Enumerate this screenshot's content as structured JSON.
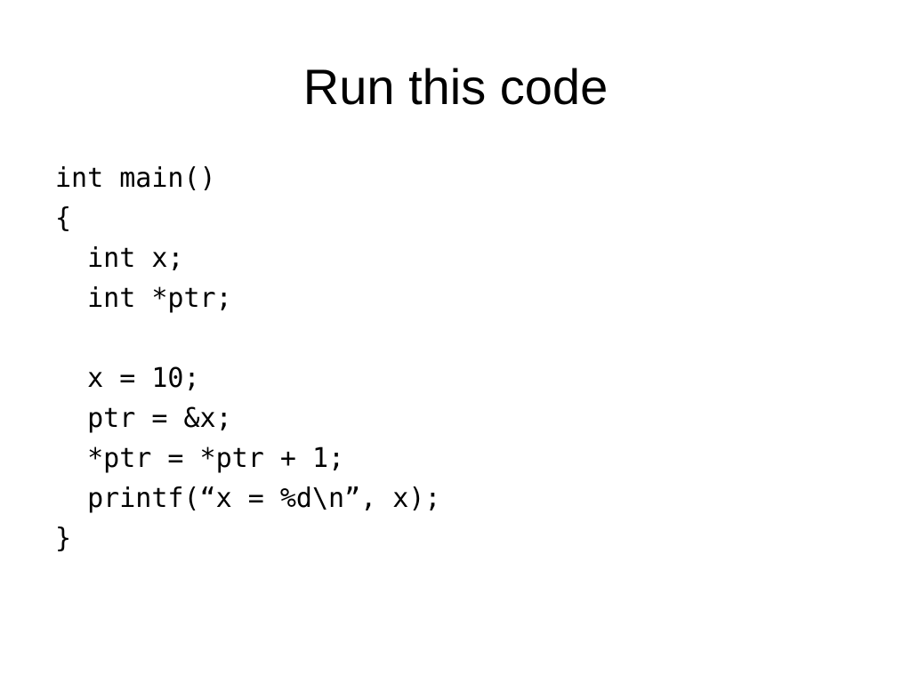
{
  "slide": {
    "title": "Run this code",
    "code_lines": [
      "int main()",
      "{",
      "  int x;",
      "  int *ptr;",
      "",
      "  x = 10;",
      "  ptr = &x;",
      "  *ptr = *ptr + 1;",
      "  printf(“x = %d\\n”, x);",
      "}"
    ]
  }
}
